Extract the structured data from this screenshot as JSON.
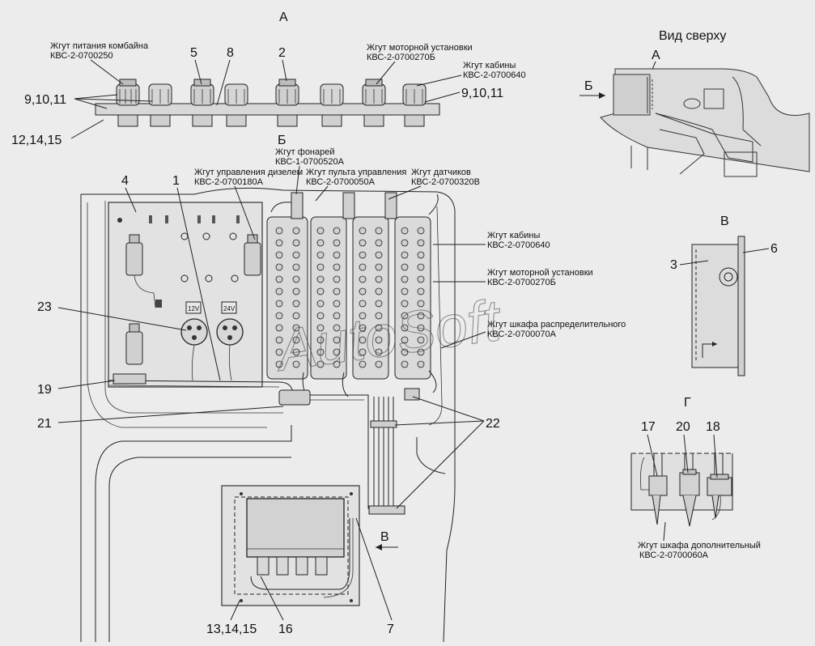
{
  "views": {
    "a": {
      "title": "А"
    },
    "b": {
      "title": "Б"
    },
    "v": {
      "title": "В"
    },
    "g": {
      "title": "Г"
    },
    "top": {
      "title": "Вид сверху",
      "marker_a": "А",
      "arrow_b": "Б"
    },
    "arrow_v": "В"
  },
  "harnesses": {
    "kombain": {
      "name": "Жгут питания комбайна",
      "code": "КВС-2-0700250"
    },
    "motor_a": {
      "name": "Жгут моторной установки",
      "code": "КВС-2-0700270Б"
    },
    "kabina_a": {
      "name": "Жгут кабины",
      "code": "КВС-2-0700640"
    },
    "fonarei": {
      "name": "Жгут фонарей",
      "code": "КВС-1-0700520А"
    },
    "dizel": {
      "name": "Жгут управления дизелем",
      "code": "КВС-2-0700180А"
    },
    "pult": {
      "name": "Жгут пульта управления",
      "code": "КВС-2-0700050А"
    },
    "datchikov": {
      "name": "Жгут датчиков",
      "code": "КВС-2-0700320В"
    },
    "kabina_b": {
      "name": "Жгут кабины",
      "code": "КВС-2-0700640"
    },
    "motor_b": {
      "name": "Жгут моторной установки",
      "code": "КВС-2-0700270Б"
    },
    "shkaf_raspr": {
      "name": "Жгут шкафа распределительного",
      "code": "КВС-2-0700070А"
    },
    "shkaf_dop": {
      "name": "Жгут шкафа дополнительный",
      "code": "КВС-2-0700060А"
    }
  },
  "positions": {
    "p5": "5",
    "p8": "8",
    "p2": "2",
    "p9l": "9,10,11",
    "p9r": "9,10,11",
    "p12": "12,14,15",
    "p4": "4",
    "p1": "1",
    "p23": "23",
    "p19": "19",
    "p21": "21",
    "p22": "22",
    "p13": "13,14,15",
    "p16": "16",
    "p7": "7",
    "p3": "3",
    "p6": "6",
    "p17": "17",
    "p20": "20",
    "p18": "18"
  },
  "panel_labels": {
    "v12": "12V",
    "v24": "24V"
  },
  "watermark": "AutoSoft"
}
